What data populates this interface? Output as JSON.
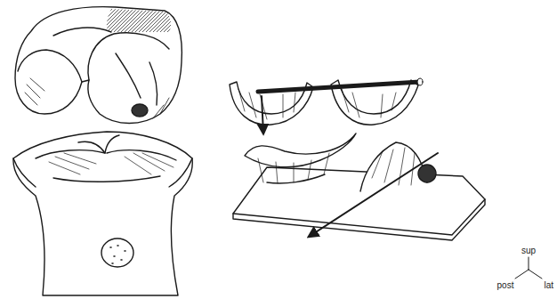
{
  "diagram": {
    "labels": [
      "sup",
      "post",
      "lat"
    ]
  }
}
